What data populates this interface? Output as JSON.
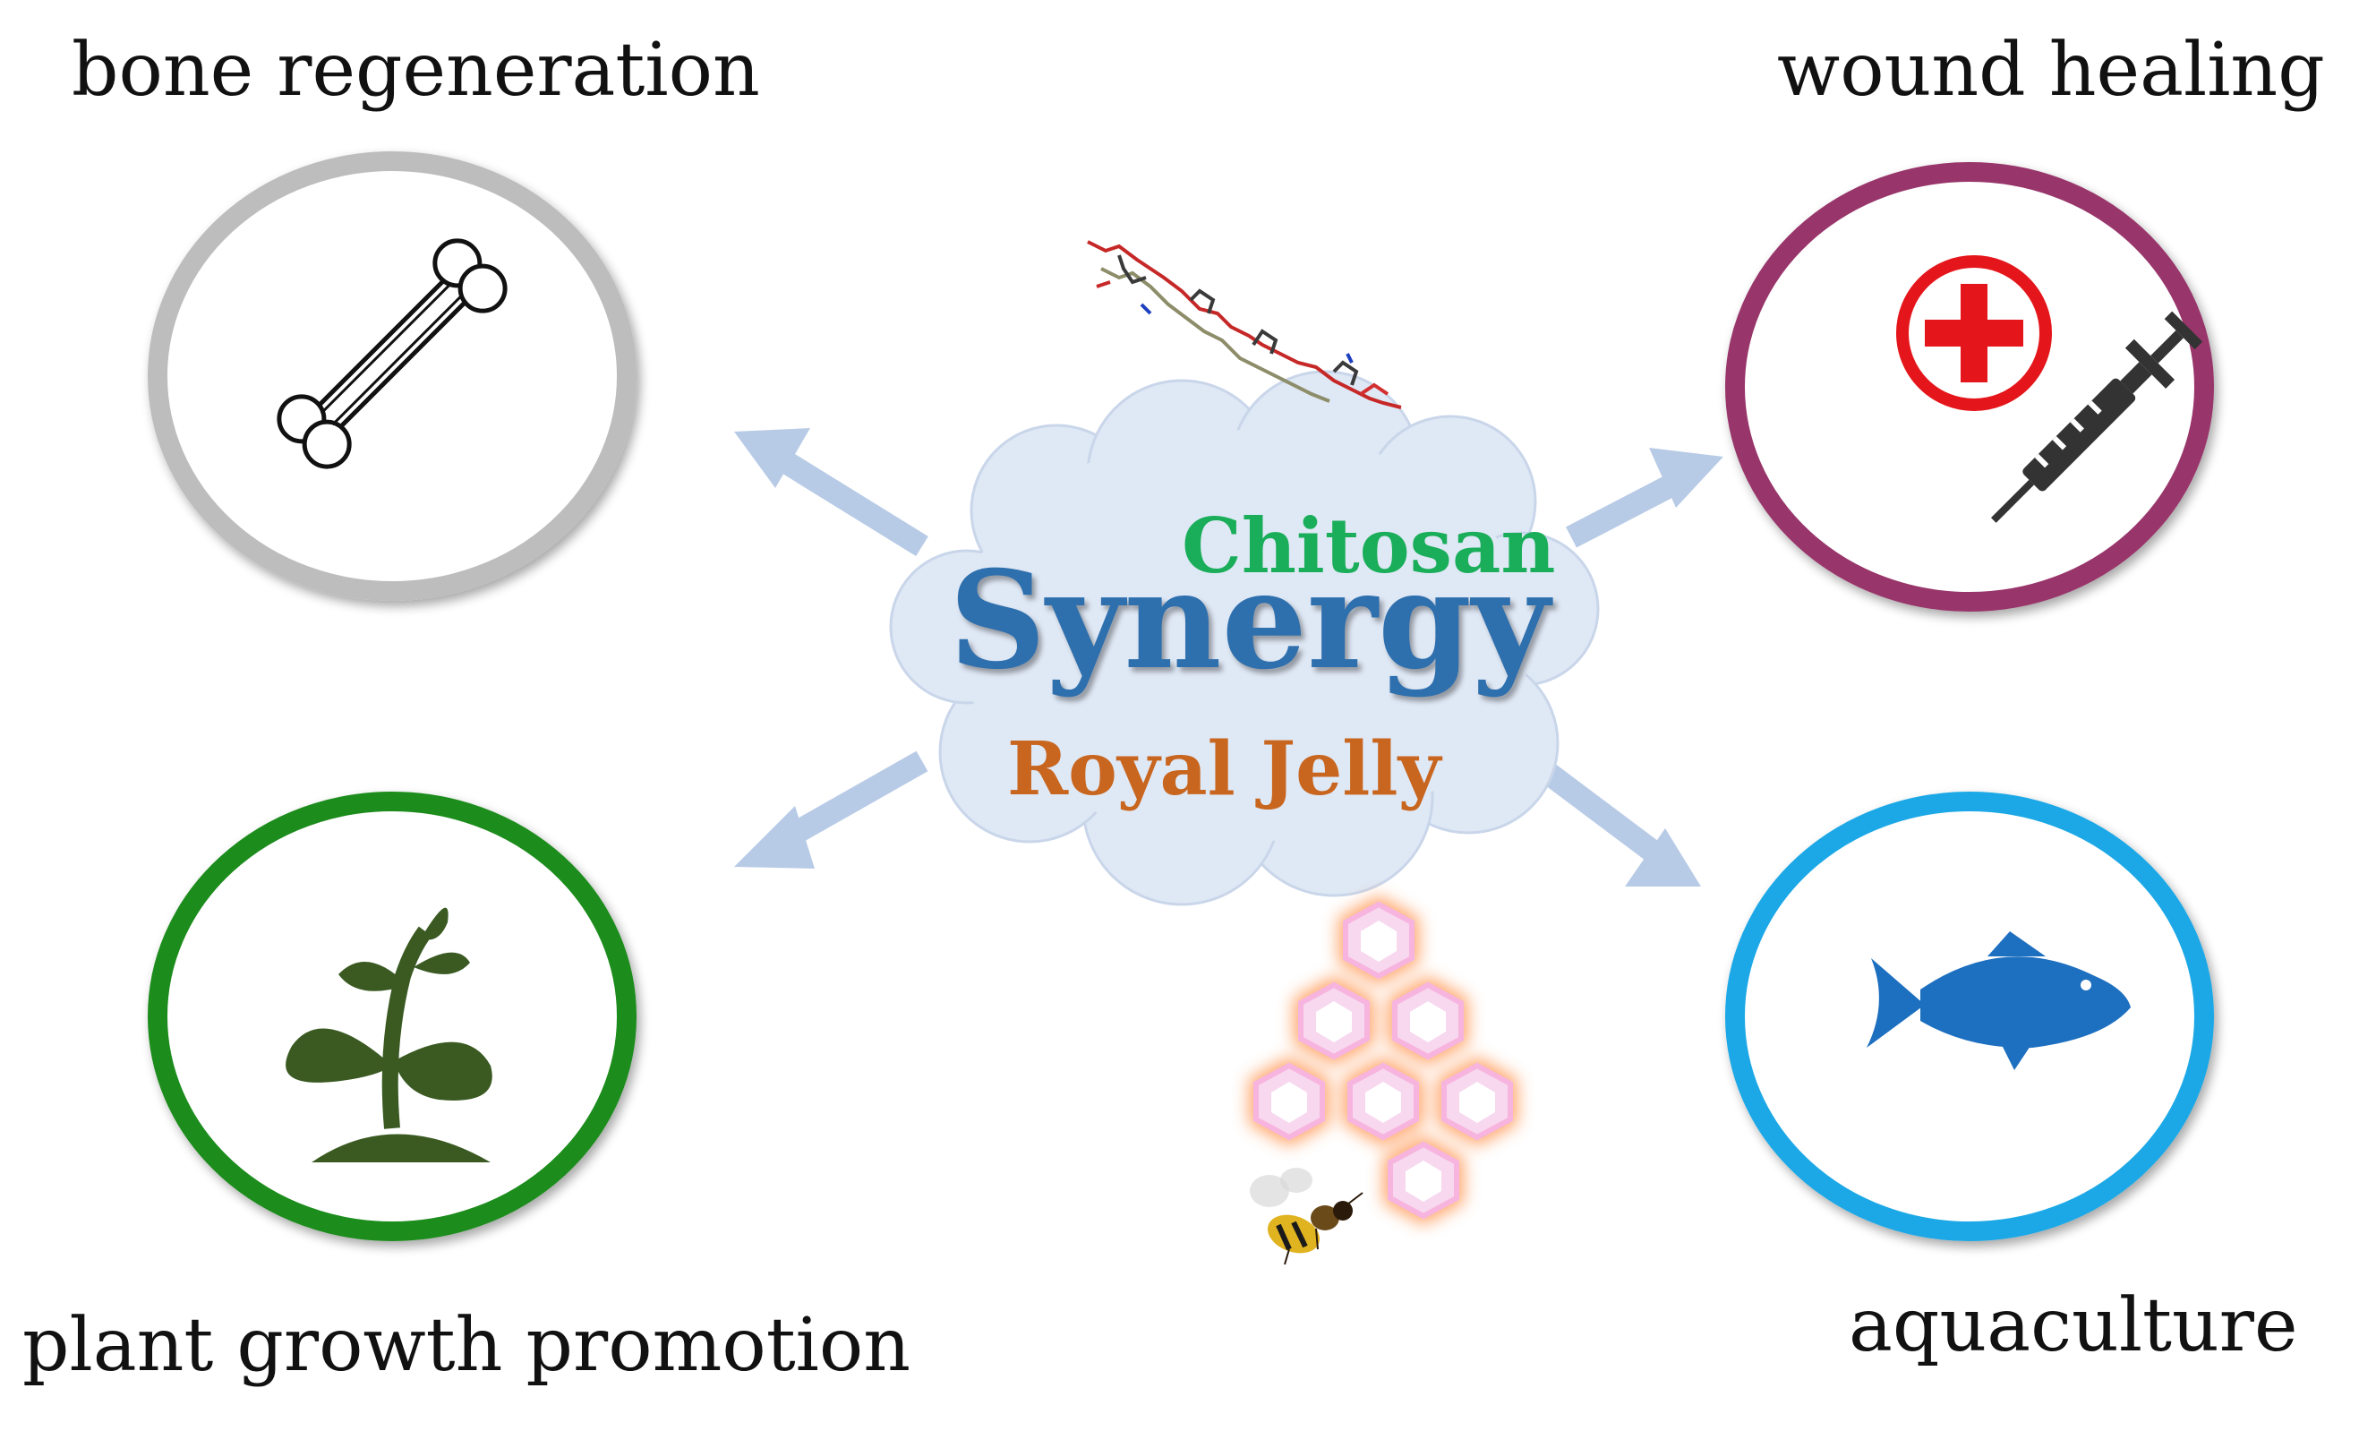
{
  "labels": {
    "bone": "bone regeneration",
    "wound": "wound healing",
    "plant": "plant growth promotion",
    "aqua": "aquaculture"
  },
  "center": {
    "chitosan": "Chitosan",
    "synergy": "Synergy",
    "royal_jelly": "Royal Jelly"
  },
  "colors": {
    "chitosan": "#1aae5a",
    "synergy": "#2e6fae",
    "royal_jelly": "#c8651e",
    "bone_ring": "#bdbdbd",
    "wound_ring": "#98346a",
    "plant_ring": "#1f8c1f",
    "aqua_ring": "#1aa8e6",
    "arrow": "#b8cbe6",
    "cloud": "#dfe8f5",
    "plant_icon": "#3a5a22",
    "fish_icon": "#1d6fc0",
    "red_cross": "#e4161b"
  },
  "icons": {
    "bone": "bone-icon",
    "wound": [
      "red-cross-icon",
      "syringe-icon"
    ],
    "plant": "sprout-icon",
    "aqua": "fish-icon",
    "molecule": "chitosan-molecule-icon",
    "honeycomb": "honeycomb-icon",
    "bee": "bee-icon"
  }
}
